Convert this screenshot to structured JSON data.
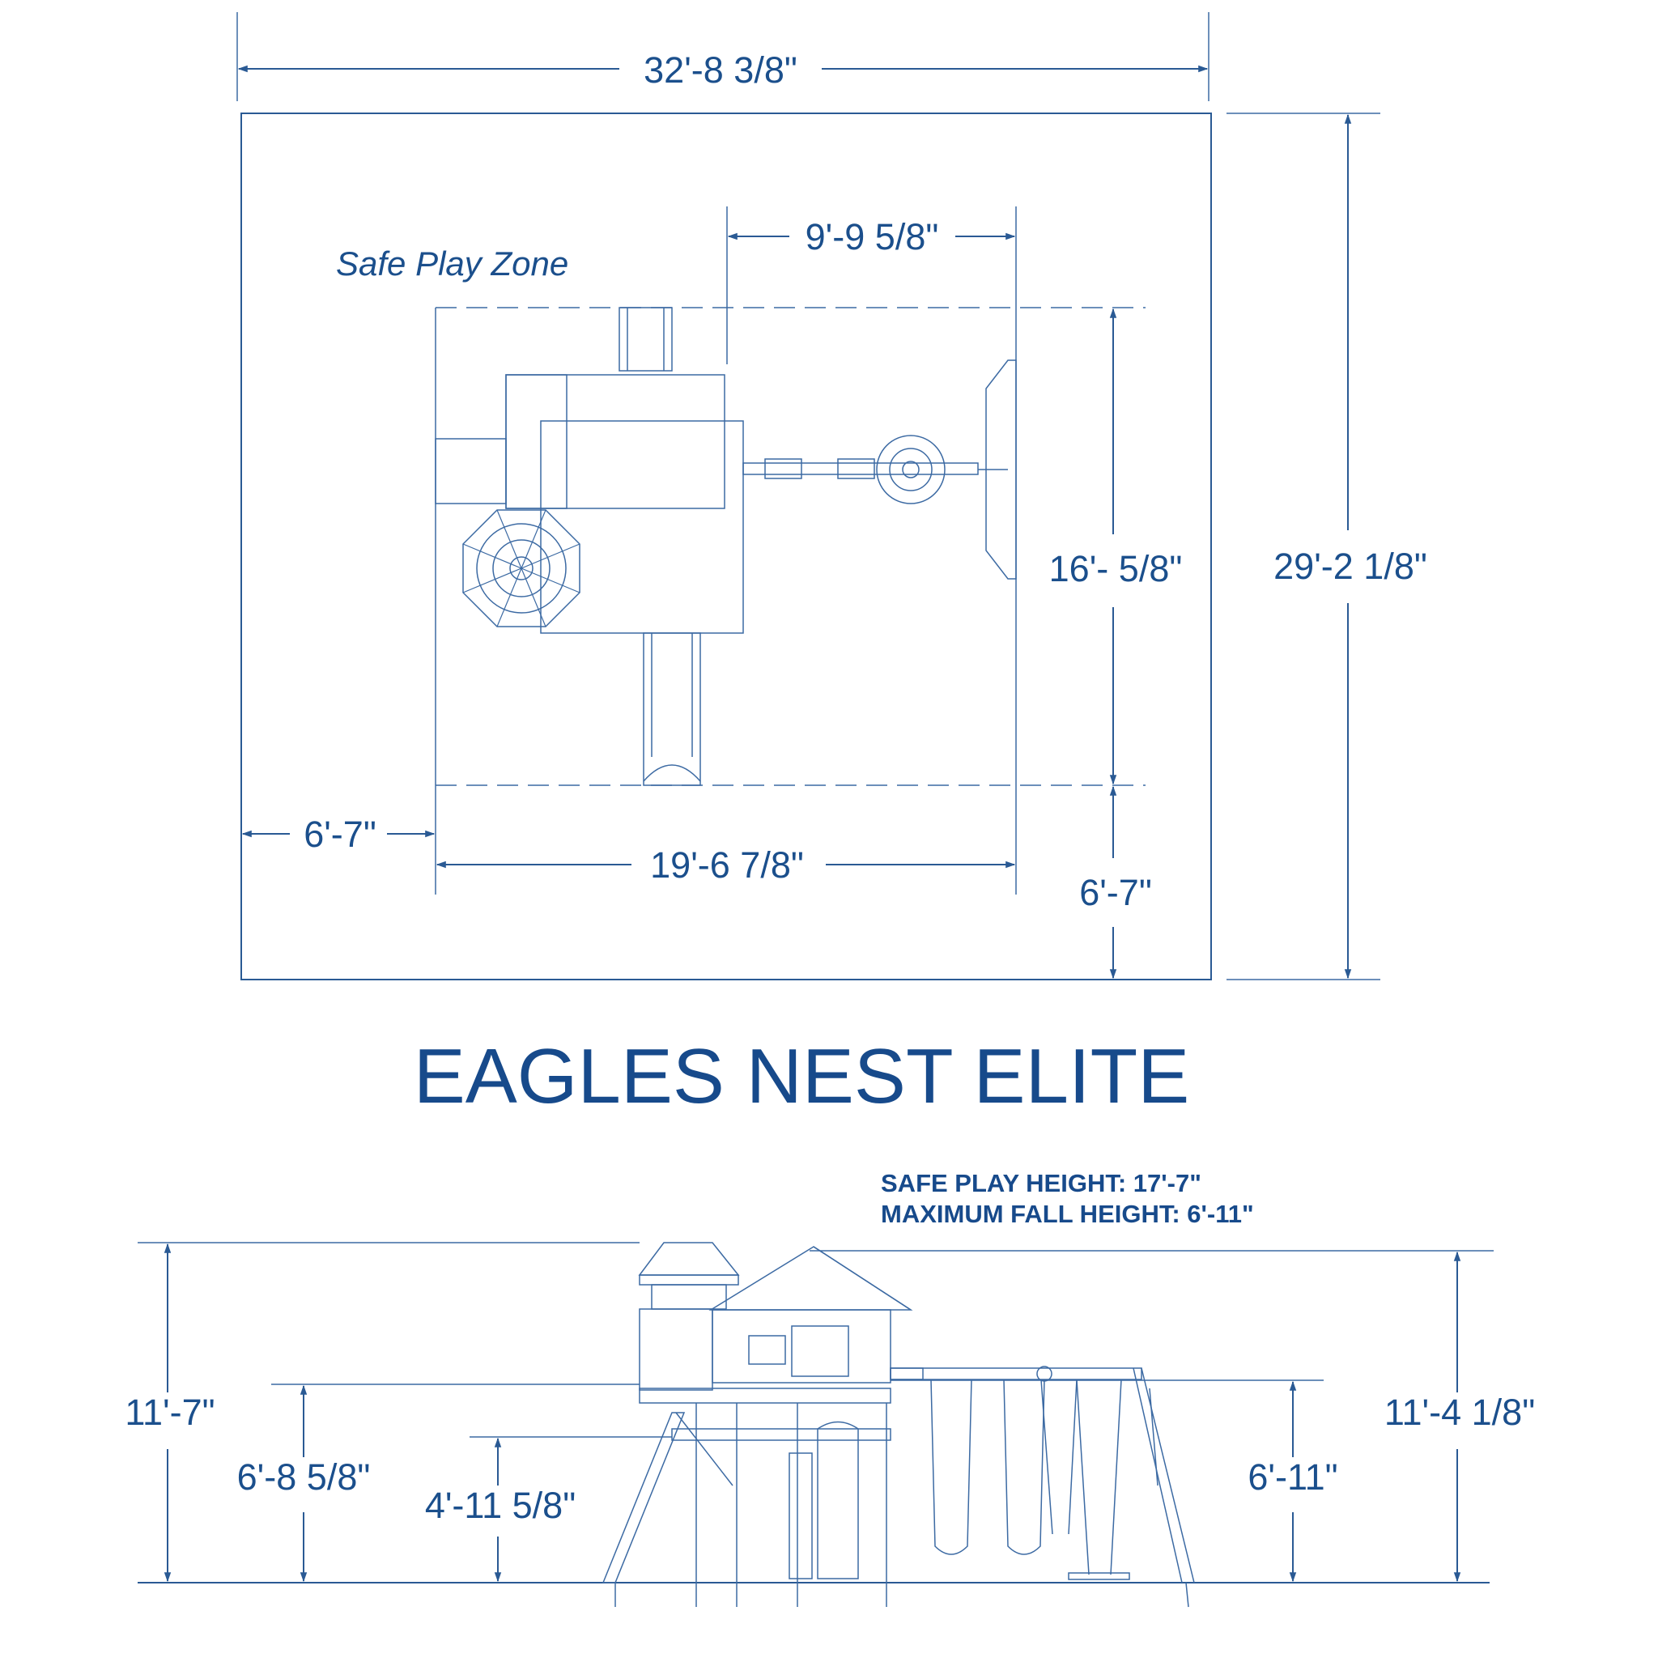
{
  "title": "EAGLES NEST ELITE",
  "plan": {
    "zone_label": "Safe Play Zone",
    "overall_width": "32'-8 3/8\"",
    "overall_depth": "29'-2 1/8\"",
    "structure_width": "19'-6 7/8\"",
    "structure_depth": "16'- 5/8\"",
    "swing_beam_length": "9'-9 5/8\"",
    "clearance_left": "6'-7\"",
    "clearance_bottom": "6'-7\""
  },
  "elevation": {
    "safe_play_height": "SAFE PLAY HEIGHT: 17'-7\"",
    "max_fall_height": "MAXIMUM FALL HEIGHT: 6'-11\"",
    "tower_height": "11'-7\"",
    "deck_height": "6'-8 5/8\"",
    "lower_deck_height": "4'-11 5/8\"",
    "swing_beam_height": "11'-4 1/8\"",
    "swing_height": "6'-11\""
  },
  "colors": {
    "ink": "#1b4f8c",
    "line": "#2a5a94"
  }
}
